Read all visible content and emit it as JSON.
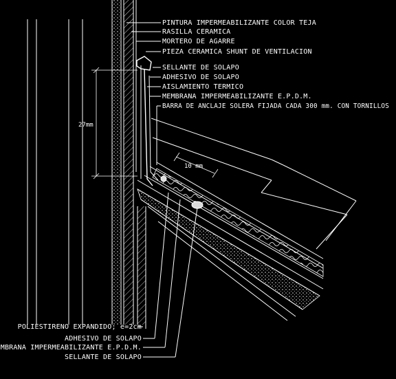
{
  "diagram": {
    "labels_top": [
      "PINTURA IMPERMEABILIZANTE COLOR TEJA",
      "RASILLA CERAMICA",
      "MORTERO DE AGARRE",
      "PIEZA CERAMICA SHUNT DE VENTILACION",
      "SELLANTE DE SOLAPO",
      "ADHESIVO DE SOLAPO",
      "AISLAMIENTO TERMICO",
      "MEMBRANA IMPERMEABILIZANTE E.P.D.M.",
      "BARRA DE ANCLAJE SOLERA FIJADA CADA 300 mm. CON TORNILLOS"
    ],
    "labels_bottom": [
      "POLIESTIRENO EXPANDIDO; e=2cm",
      "ADHESIVO DE SOLAPO",
      "MEMBRANA IMPERMEABILIZANTE E.P.D.M.",
      "SELLANTE DE SOLAPO"
    ],
    "dimension_vertical": "27mm",
    "dimension_diagonal": "10 mm",
    "colors": {
      "background": "#000000",
      "lines": "#ffffff",
      "accent": "#cccccc"
    }
  }
}
